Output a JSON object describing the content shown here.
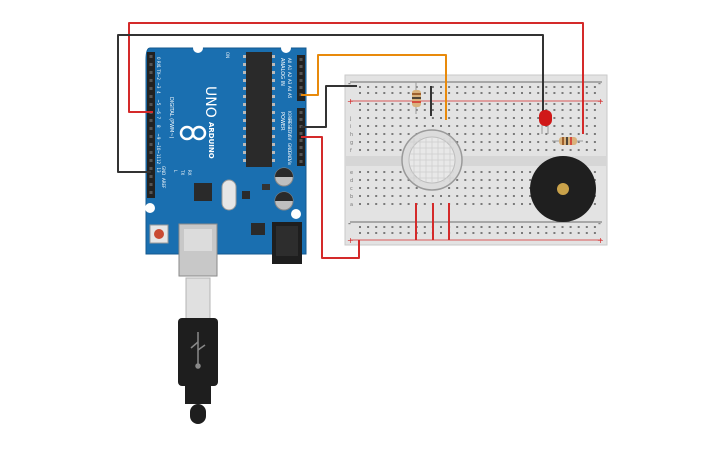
{
  "arduino": {
    "brand": "ARDUINO",
    "model": "UNO",
    "digital_label": "DIGITAL (PWM~)",
    "analog_label": "ANALOG IN",
    "power_label": "POWER",
    "on_label": "ON",
    "tx_label": "TX",
    "rx_label": "RX",
    "l_label": "L",
    "aref_label": "AREF",
    "gnd_label": "GND",
    "digital_pins": [
      "0 RX",
      "1 TX",
      "~2",
      "~3",
      "4",
      "~5",
      "~6",
      "7",
      "8",
      "~9",
      "~10",
      "~11",
      "12",
      "13"
    ],
    "analog_pins": [
      "A0",
      "A1",
      "A2",
      "A3",
      "A4",
      "A5"
    ],
    "power_pins": [
      "IOREF",
      "RESET",
      "3.3V",
      "5V",
      "GND",
      "GND",
      "Vin"
    ]
  },
  "breadboard": {
    "row_letters_top": [
      "a",
      "b",
      "c",
      "d",
      "e"
    ],
    "row_letters_bottom": [
      "f",
      "g",
      "h",
      "i",
      "j"
    ],
    "rail_plus": "+",
    "rail_minus": "-",
    "column_count": 30
  },
  "colors": {
    "board_blue": "#1a6fb0",
    "wire_red": "#d42a2a",
    "wire_orange": "#e88a0c",
    "wire_black": "#333333",
    "led_red": "#d01818",
    "breadboard": "#e6e6e6"
  }
}
